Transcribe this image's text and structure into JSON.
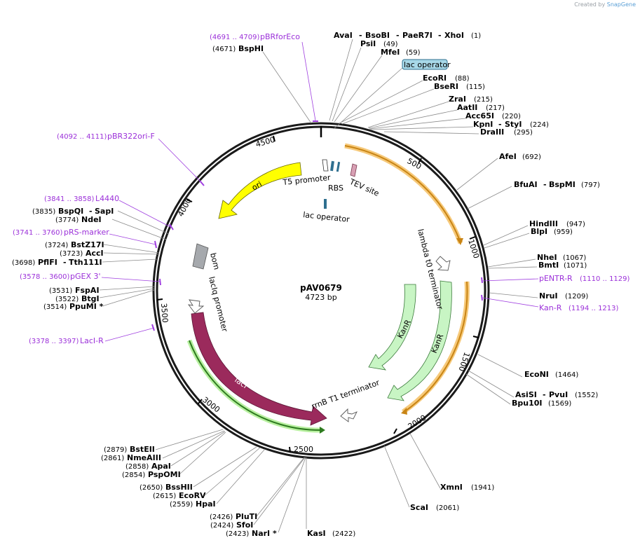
{
  "credit": {
    "prefix": "Created by",
    "brand": "SnapGene"
  },
  "plasmid": {
    "name": "pAV0679",
    "length": "4723 bp"
  },
  "ruler": [
    "500",
    "1000",
    "1500",
    "2000",
    "2500",
    "3000",
    "3500",
    "4000",
    "4500"
  ],
  "features": {
    "ori": "ori",
    "bom": "bom",
    "t5": "T5 promoter",
    "rbs": "RBS",
    "tev": "TEV site",
    "lacop_top": "lac operator",
    "lacop_mid": "lac operator",
    "lambda": "lambda t0 terminator",
    "kanr1": "KanR",
    "kanr2": "KanR",
    "lacIq": "lacIq promoter",
    "lacI": "lacI",
    "rrnb": "rrnB T1 terminator"
  },
  "primers": {
    "pbrforeco": {
      "pos": "(4691 .. 4709)",
      "name": "pBRforEco"
    },
    "pbr322": {
      "pos": "(4092 .. 4111)",
      "name": "pBR322ori-F"
    },
    "l4440": {
      "pos": "(3841 .. 3858)",
      "name": "L4440"
    },
    "prs": {
      "pos": "(3741 .. 3760)",
      "name": "pRS-marker"
    },
    "pgex": {
      "pos": "(3578 .. 3600)",
      "name": "pGEX 3'"
    },
    "laci_r": {
      "pos": "(3378 .. 3397)",
      "name": "LacI-R"
    },
    "pentr": {
      "name": "pENTR-R",
      "pos": "(1110 .. 1129)"
    },
    "kan_r": {
      "name": "Kan-R",
      "pos": "(1194 .. 1213)"
    }
  },
  "sites": {
    "bsphi": {
      "pos": "(4671)",
      "name": "BspHI"
    },
    "aval": {
      "name": "AvaI",
      "sep1": "-",
      "name2": "BsoBI",
      "sep2": "-",
      "name3": "PaeR7I",
      "sep3": "-",
      "name4": "XhoI",
      "pos": "(1)"
    },
    "psii": {
      "name": "PsiI",
      "pos": "(49)"
    },
    "mfei": {
      "name": "MfeI",
      "pos": "(59)"
    },
    "ecori": {
      "name": "EcoRI",
      "pos": "(88)"
    },
    "bseri": {
      "name": "BseRI",
      "pos": "(115)"
    },
    "zrai": {
      "name": "ZraI",
      "pos": "(215)"
    },
    "aatii": {
      "name": "AatII",
      "pos": "(217)"
    },
    "acc65i": {
      "name": "Acc65I",
      "pos": "(220)"
    },
    "kpni": {
      "name": "KpnI",
      "sep": "-",
      "name2": "StyI",
      "pos": "(224)"
    },
    "draiii": {
      "name": "DraIII",
      "pos": "(295)"
    },
    "afei": {
      "name": "AfeI",
      "pos": "(692)"
    },
    "bfuai": {
      "name": "BfuAI",
      "sep": "-",
      "name2": "BspMI",
      "pos": "(797)"
    },
    "hindiii": {
      "name": "HindIII",
      "pos": "(947)"
    },
    "blpi": {
      "name": "BlpI",
      "pos": "(959)"
    },
    "nhei": {
      "name": "NheI",
      "pos": "(1067)"
    },
    "bmti": {
      "name": "BmtI",
      "pos": "(1071)"
    },
    "srui": {
      "name": "NruI",
      "pos": "(1209)"
    },
    "econi": {
      "name": "EcoNI",
      "pos": "(1464)"
    },
    "asisi": {
      "name": "AsiSI",
      "sep": "-",
      "name2": "PvuI",
      "pos": "(1552)"
    },
    "bpu10i": {
      "name": "Bpu10I",
      "pos": "(1569)"
    },
    "xmni": {
      "name": "XmnI",
      "pos": "(1941)"
    },
    "scai": {
      "name": "ScaI",
      "pos": "(2061)"
    },
    "kasi": {
      "name": "KasI",
      "pos": "(2422)"
    },
    "nari": {
      "pos": "(2423)",
      "name": "NarI *"
    },
    "sfoi": {
      "pos": "(2424)",
      "name": "SfoI"
    },
    "pluti": {
      "pos": "(2426)",
      "name": "PluTI"
    },
    "hpai": {
      "pos": "(2559)",
      "name": "HpaI"
    },
    "ecorv": {
      "pos": "(2615)",
      "name": "EcoRV"
    },
    "bsshii": {
      "pos": "(2650)",
      "name": "BssHII"
    },
    "pspomi": {
      "pos": "(2854)",
      "name": "PspOMI"
    },
    "apai": {
      "pos": "(2858)",
      "name": "ApaI"
    },
    "nmeaiii": {
      "pos": "(2861)",
      "name": "NmeAIII"
    },
    "bsteii": {
      "pos": "(2879)",
      "name": "BstEII"
    },
    "sapi": {
      "pos": "(3835)",
      "name": "BspQI",
      "sep": "-",
      "name2": "SapI"
    },
    "ndei": {
      "pos": "(3774)",
      "name": "NdeI"
    },
    "bstz17i": {
      "pos": "(3724)",
      "name": "BstZ17I"
    },
    "acci": {
      "pos": "(3723)",
      "name": "AccI"
    },
    "pfifi": {
      "pos": "(3698)",
      "name": "PflFI",
      "sep": "-",
      "name2": "Tth111I"
    },
    "fspai": {
      "pos": "(3531)",
      "name": "FspAI"
    },
    "btgi": {
      "pos": "(3522)",
      "name": "BtgI"
    },
    "ppumi": {
      "pos": "(3514)",
      "name": "PpuMI *"
    }
  }
}
